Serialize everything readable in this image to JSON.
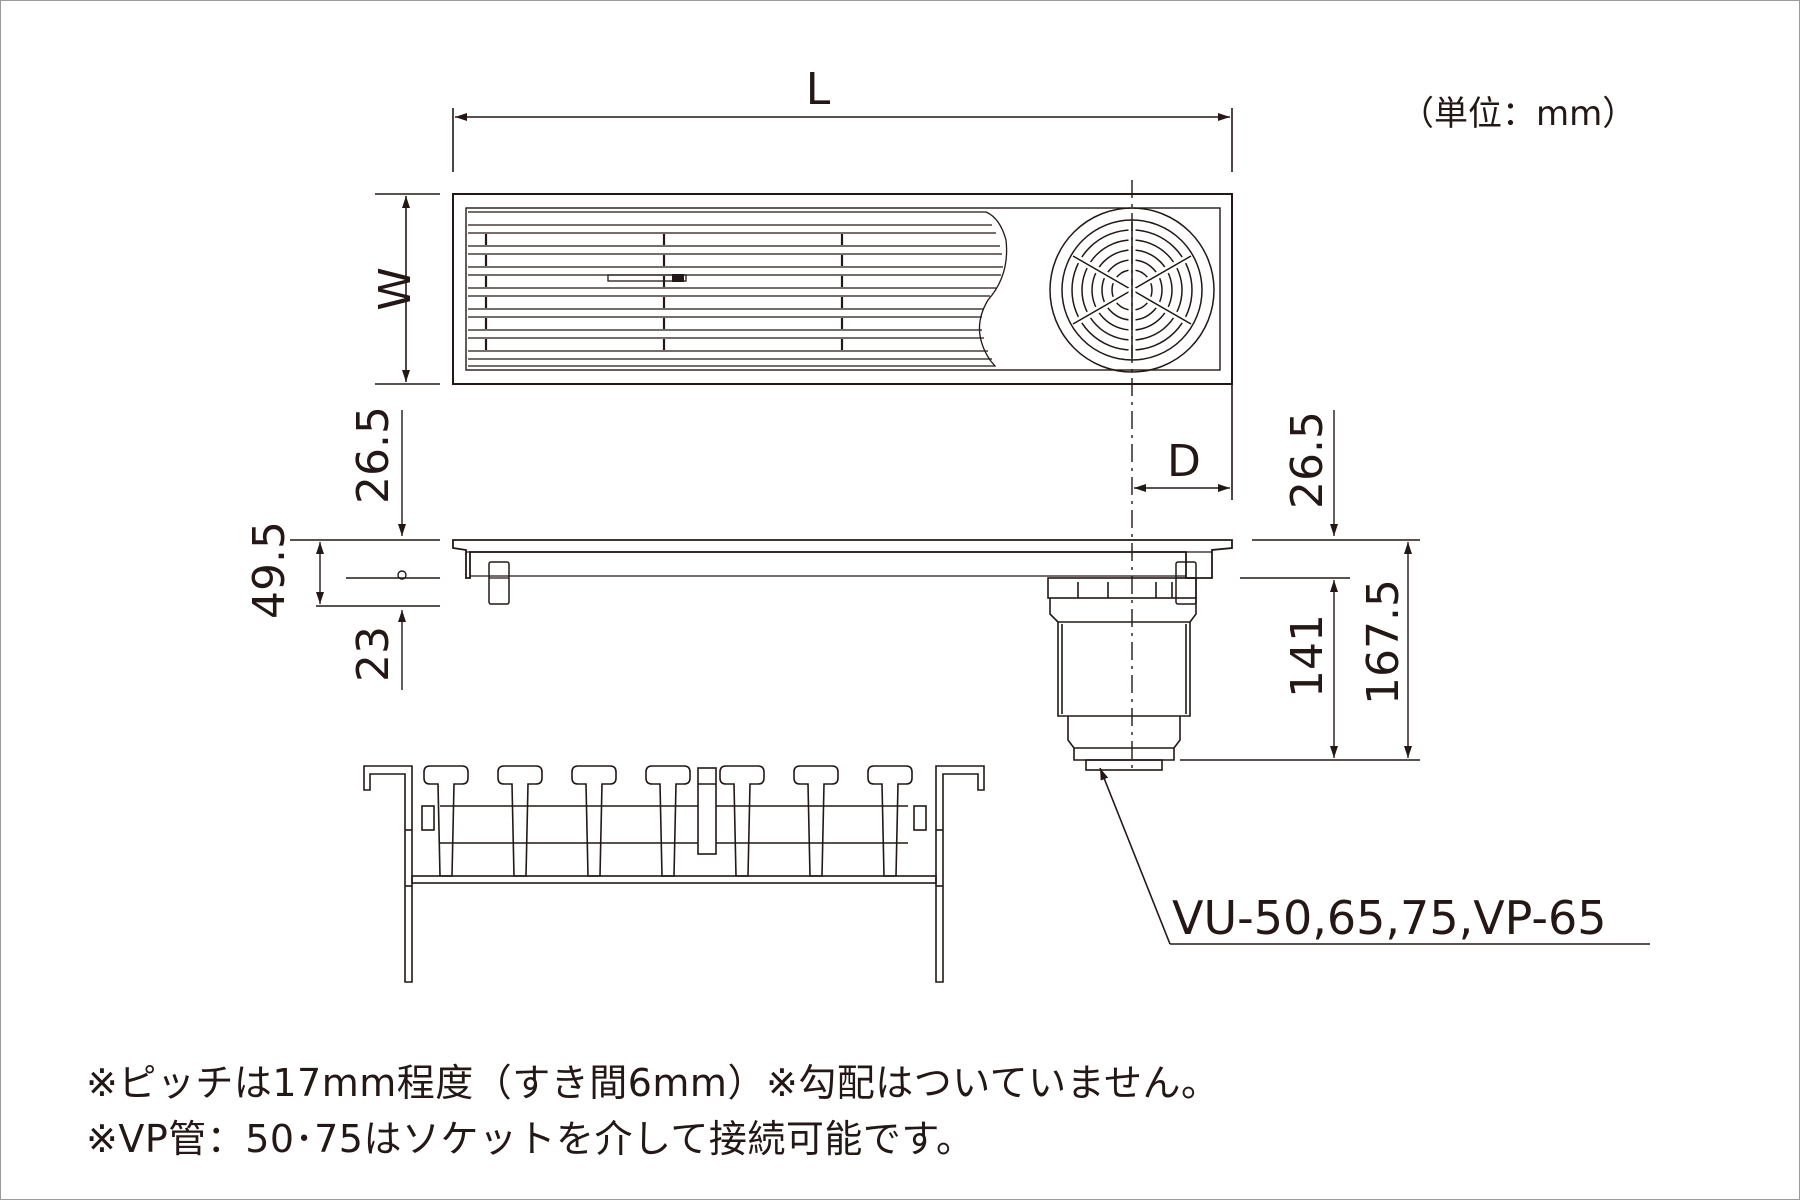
{
  "unit_label": "（単位：mm）",
  "dimensions": {
    "length": "L",
    "width": "W",
    "drain_offset": "D",
    "left_top": "26.5",
    "left_mid": "49.5",
    "left_bottom": "23",
    "right_top": "26.5",
    "right_body": "141",
    "right_total": "167.5"
  },
  "pipe_callout": "VU-50,65,75,VP-65",
  "notes": [
    "※ピッチは17mm程度（すき間6mm）※勾配はついていません。",
    "※VP管：50･75はソケットを介して接続可能です。"
  ],
  "line_color": "#231815"
}
